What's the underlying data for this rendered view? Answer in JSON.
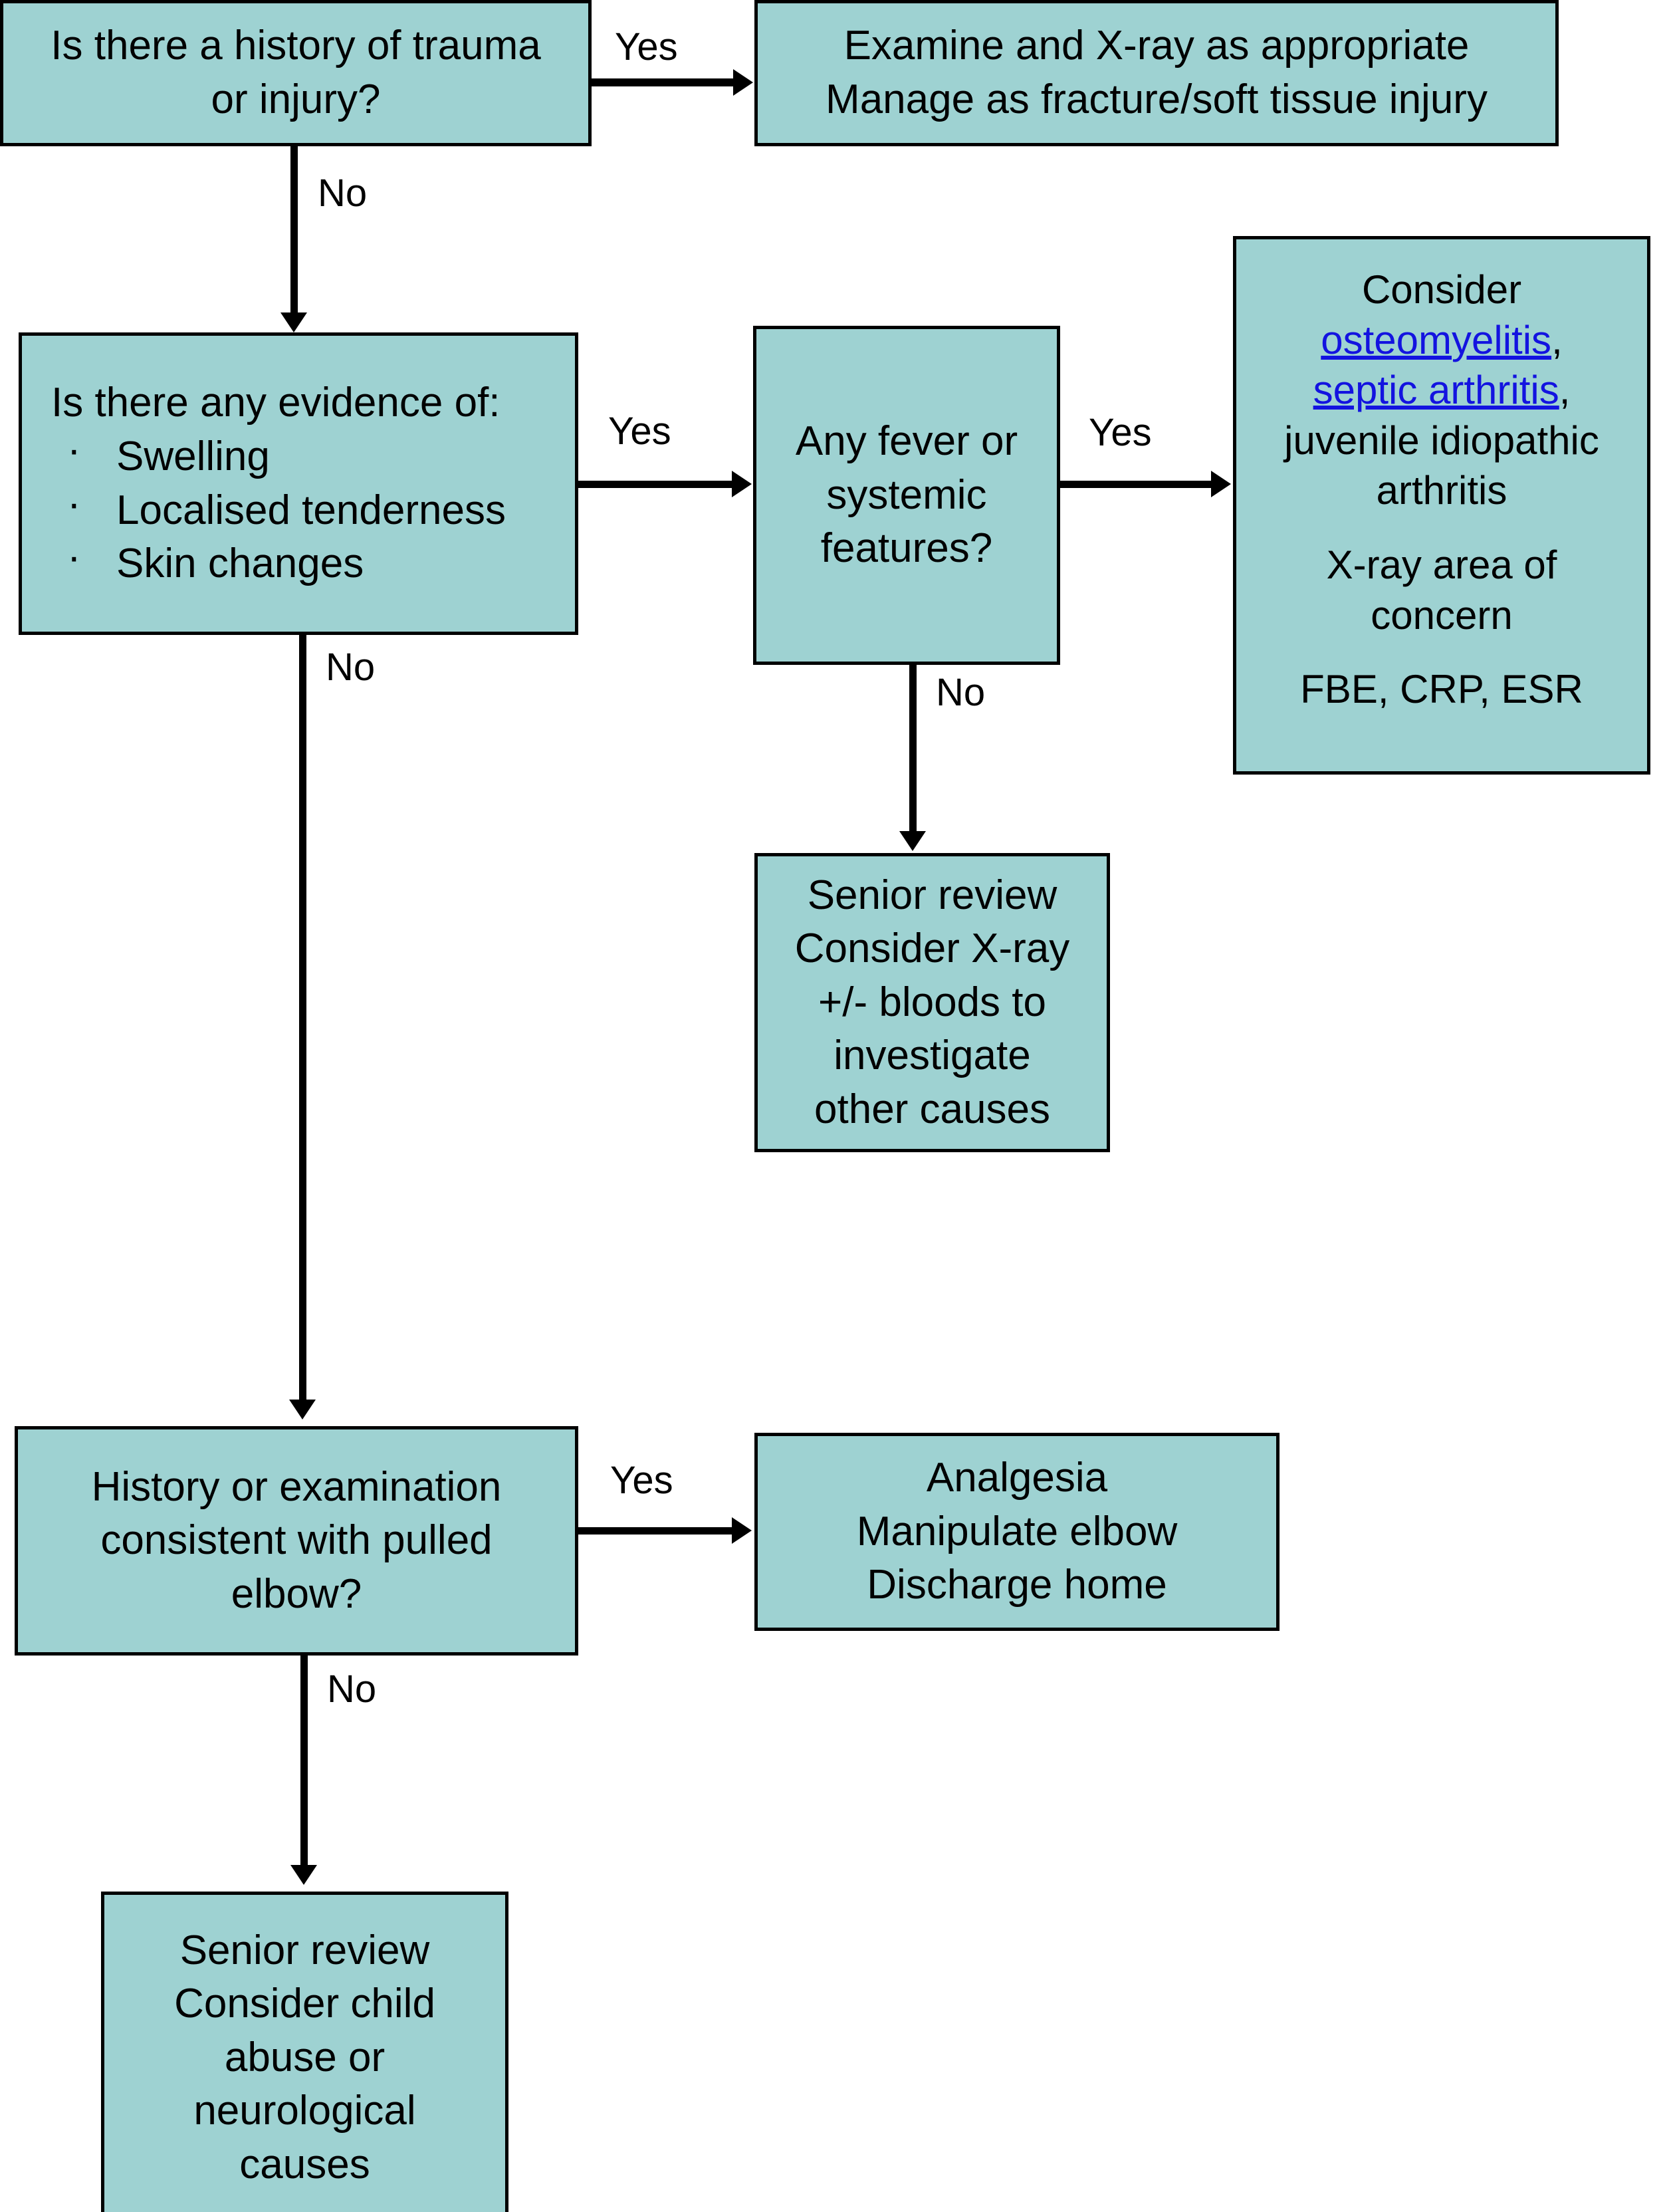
{
  "chart_data": {
    "type": "diagram",
    "title": "Limping child / limb pain assessment flowchart",
    "nodes": [
      {
        "id": "trauma-question",
        "lines": [
          "Is there a history of trauma",
          "or injury?"
        ]
      },
      {
        "id": "trauma-action",
        "lines": [
          "Examine and X-ray as appropriate",
          "Manage as fracture/soft tissue injury"
        ]
      },
      {
        "id": "evidence-question",
        "heading": "Is there any evidence of:",
        "bullets": [
          "Swelling",
          "Localised tenderness",
          "Skin changes"
        ]
      },
      {
        "id": "fever-question",
        "lines": [
          "Any fever or",
          "systemic",
          "features?"
        ]
      },
      {
        "id": "infection-action",
        "lines": [
          "Consider",
          "juvenile idiopathic",
          "arthritis",
          "X-ray area of",
          "concern",
          "FBE, CRP, ESR"
        ],
        "link1": "osteomyelitis",
        "link2": "septic arthritis",
        "comma": ","
      },
      {
        "id": "senior-review-xray",
        "lines": [
          "Senior review",
          "Consider X-ray",
          "+/- bloods to",
          "investigate",
          "other causes"
        ]
      },
      {
        "id": "pulled-elbow-question",
        "lines": [
          "History or examination",
          "consistent with pulled",
          "elbow?"
        ]
      },
      {
        "id": "pulled-elbow-action",
        "lines": [
          "Analgesia",
          "Manipulate elbow",
          "Discharge home"
        ]
      },
      {
        "id": "senior-review-abuse",
        "lines": [
          "Senior review",
          "Consider child",
          "abuse or",
          "neurological",
          "causes"
        ]
      }
    ],
    "edges": [
      {
        "from": "trauma-question",
        "to": "trauma-action",
        "label": "Yes"
      },
      {
        "from": "trauma-question",
        "to": "evidence-question",
        "label": "No"
      },
      {
        "from": "evidence-question",
        "to": "fever-question",
        "label": "Yes"
      },
      {
        "from": "evidence-question",
        "to": "pulled-elbow-question",
        "label": "No"
      },
      {
        "from": "fever-question",
        "to": "infection-action",
        "label": "Yes"
      },
      {
        "from": "fever-question",
        "to": "senior-review-xray",
        "label": "No"
      },
      {
        "from": "pulled-elbow-question",
        "to": "pulled-elbow-action",
        "label": "Yes"
      },
      {
        "from": "pulled-elbow-question",
        "to": "senior-review-abuse",
        "label": "No"
      }
    ],
    "colors": {
      "node_fill": "#9ed2d2",
      "node_border": "#000000",
      "text": "#000000",
      "link": "#1313e0",
      "background": "#ffffff"
    }
  },
  "flow": {
    "trauma_question": {
      "line1": "Is there a history of trauma",
      "line2": "or injury?"
    },
    "trauma_action": {
      "line1": "Examine and X-ray as appropriate",
      "line2": "Manage as fracture/soft tissue injury"
    },
    "evidence_question": {
      "heading": "Is there any evidence of:",
      "bullet1": "Swelling",
      "bullet2": "Localised tenderness",
      "bullet3": "Skin changes"
    },
    "fever_question": {
      "line1": "Any fever or",
      "line2": "systemic",
      "line3": "features?"
    },
    "infection_action": {
      "line1": "Consider",
      "link_osteomyelitis": "osteomyelitis",
      "comma1": ",",
      "link_septic_arthritis": "septic arthritis",
      "comma2": ",",
      "line2": "juvenile idiopathic",
      "line3": "arthritis",
      "line4": "X-ray area of",
      "line5": "concern",
      "line6": "FBE, CRP, ESR"
    },
    "senior_review_xray": {
      "line1": "Senior review",
      "line2": "Consider X-ray",
      "line3": "+/- bloods to",
      "line4": "investigate",
      "line5": "other causes"
    },
    "pulled_elbow_question": {
      "line1": "History or examination",
      "line2": "consistent with pulled",
      "line3": "elbow?"
    },
    "pulled_elbow_action": {
      "line1": "Analgesia",
      "line2": "Manipulate elbow",
      "line3": "Discharge home"
    },
    "senior_review_abuse": {
      "line1": "Senior review",
      "line2": "Consider child",
      "line3": "abuse or",
      "line4": "neurological",
      "line5": "causes"
    },
    "labels": {
      "yes_trauma": "Yes",
      "no_trauma": "No",
      "yes_evidence": "Yes",
      "no_evidence": "No",
      "yes_fever": "Yes",
      "no_fever": "No",
      "yes_elbow": "Yes",
      "no_elbow": "No"
    }
  }
}
